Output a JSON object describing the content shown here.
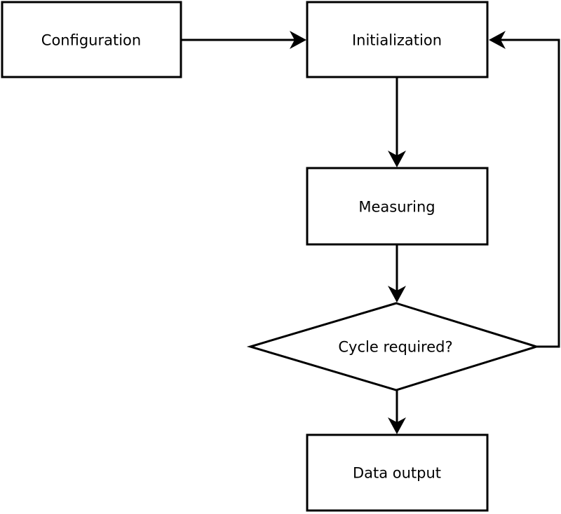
{
  "diagram": {
    "type": "flowchart",
    "background": "#ffffff",
    "colors": {
      "stroke": "#000000",
      "fill": "#ffffff",
      "text": "#000000"
    },
    "nodes": {
      "configuration": {
        "label": "Configuration",
        "shape": "rectangle"
      },
      "initialization": {
        "label": "Initialization",
        "shape": "rectangle"
      },
      "measuring": {
        "label": "Measuring",
        "shape": "rectangle"
      },
      "cycle_required": {
        "label": "Cycle required?",
        "shape": "diamond"
      },
      "data_output": {
        "label": "Data output",
        "shape": "rectangle"
      }
    },
    "edges": [
      {
        "from": "configuration",
        "to": "initialization",
        "direction": "right"
      },
      {
        "from": "initialization",
        "to": "measuring",
        "direction": "down"
      },
      {
        "from": "measuring",
        "to": "cycle_required",
        "direction": "down"
      },
      {
        "from": "cycle_required",
        "to": "data_output",
        "direction": "down"
      },
      {
        "from": "cycle_required",
        "to": "initialization",
        "direction": "right-then-up-loop"
      }
    ]
  }
}
